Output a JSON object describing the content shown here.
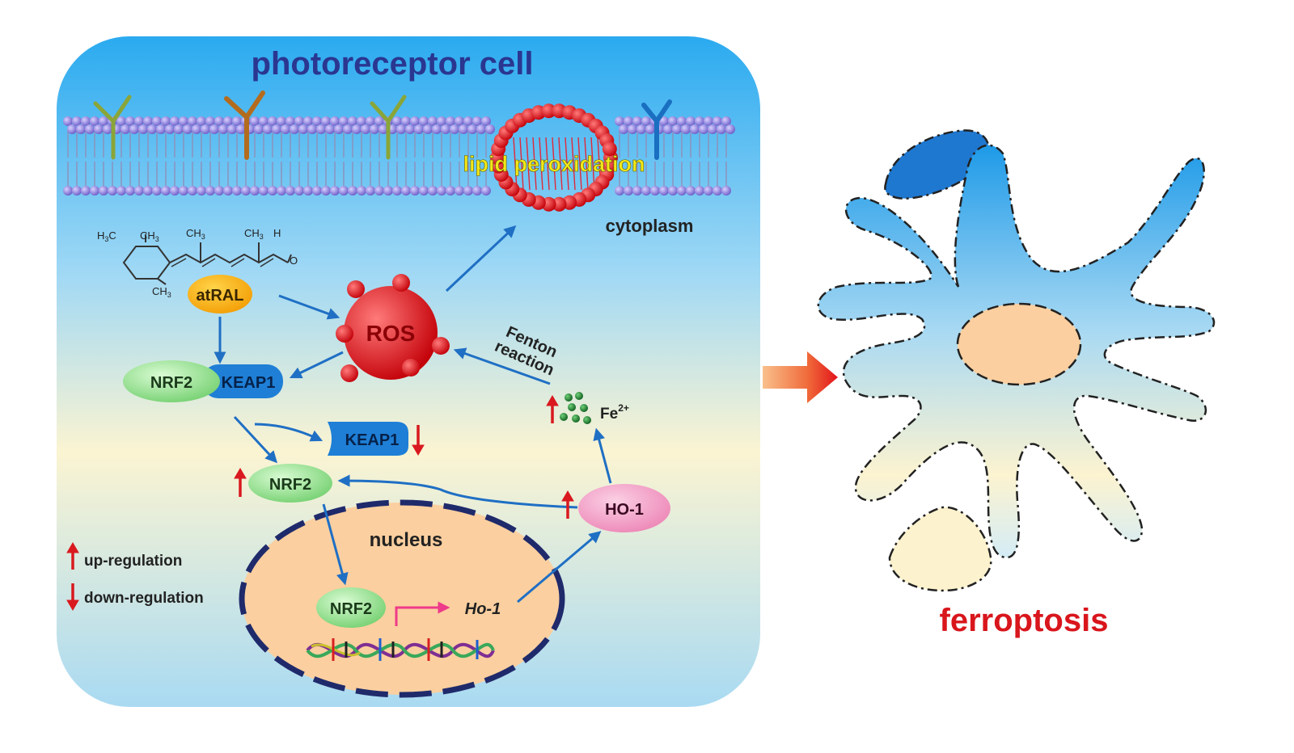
{
  "cell": {
    "title": "photoreceptor cell",
    "cytoplasm_label": "cytoplasm",
    "nucleus_label": "nucleus"
  },
  "membrane": {
    "lipid_peroxidation_label": "lipid peroxidation"
  },
  "retinal_structure": {
    "h3c": "H",
    "h3c_sub": "3",
    "h3c_c": "C",
    "ch3_a": "CH",
    "ch3_a_sub": "3",
    "ch3_b": "CH",
    "ch3_b_sub": "3",
    "ch3_c": "CH",
    "ch3_c_sub": "3",
    "ch3_d": "CH",
    "ch3_d_sub": "3",
    "h": "H",
    "o": "O"
  },
  "nodes": {
    "atral": "atRAL",
    "ros": "ROS",
    "nrf2_complex": "NRF2",
    "keap1_complex": "KEAP1",
    "keap1_free": "KEAP1",
    "nrf2_free": "NRF2",
    "nrf2_nucleus": "NRF2",
    "ho1_gene": "Ho-1",
    "ho1_protein": "HO-1",
    "fe": "Fe",
    "fe_charge": "2+",
    "fenton_line1": "Fenton",
    "fenton_line2": "reaction"
  },
  "legend": {
    "up_label": "up-regulation",
    "down_label": "down-regulation"
  },
  "outcome": {
    "label": "ferroptosis"
  },
  "colors": {
    "title_blue": "#2a3690",
    "arrow_blue": "#1f6fc4",
    "up_down_red": "#d9191f",
    "ros_red": "#e3121a",
    "lipid_yellow": "#f4e81a",
    "atral_orange": "#f6b000",
    "nrf2_green": "#9ee49a",
    "keap1_blue": "#1f7fd6",
    "ho1_pink": "#f39fc6",
    "fe_green": "#1e7a2a",
    "nucleus_fill": "#fbcf9f",
    "ferroptosis_red": "#d8161c"
  }
}
